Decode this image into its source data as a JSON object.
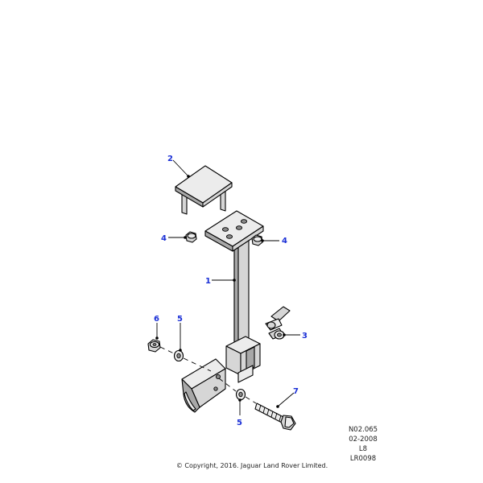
{
  "callouts": [
    {
      "id": "c2",
      "label": "2"
    },
    {
      "id": "c4a",
      "label": "4"
    },
    {
      "id": "c4b",
      "label": "4"
    },
    {
      "id": "c1",
      "label": "1"
    },
    {
      "id": "c3",
      "label": "3"
    },
    {
      "id": "c6",
      "label": "6"
    },
    {
      "id": "c5a",
      "label": "5"
    },
    {
      "id": "c7",
      "label": "7"
    },
    {
      "id": "c5b",
      "label": "5"
    }
  ],
  "reference": {
    "code": "N02.065",
    "date": "02-2008",
    "model": "L8",
    "illustration": "LR0098"
  },
  "footer": {
    "copyright": "© Copyright, 2016. Jaguar Land Rover Limited."
  }
}
